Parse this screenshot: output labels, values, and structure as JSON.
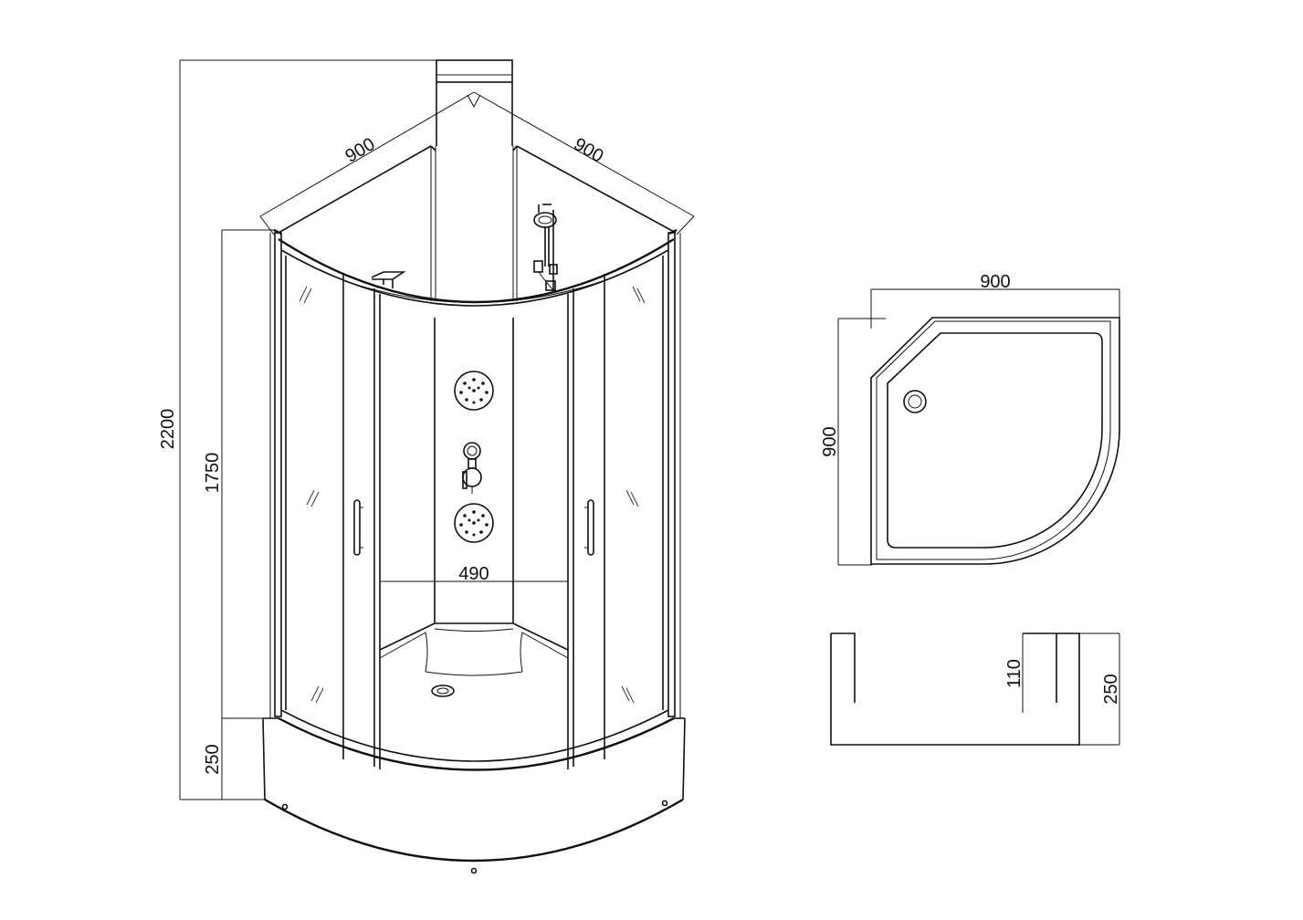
{
  "dimensions": {
    "width_left": "900",
    "width_right": "900",
    "total_height": "2200",
    "cabin_height": "1750",
    "tray_height_front": "250",
    "inner_width": "490",
    "tray_plan_width": "900",
    "tray_plan_depth": "900",
    "tray_inner_depth": "110",
    "tray_side_height": "250"
  }
}
